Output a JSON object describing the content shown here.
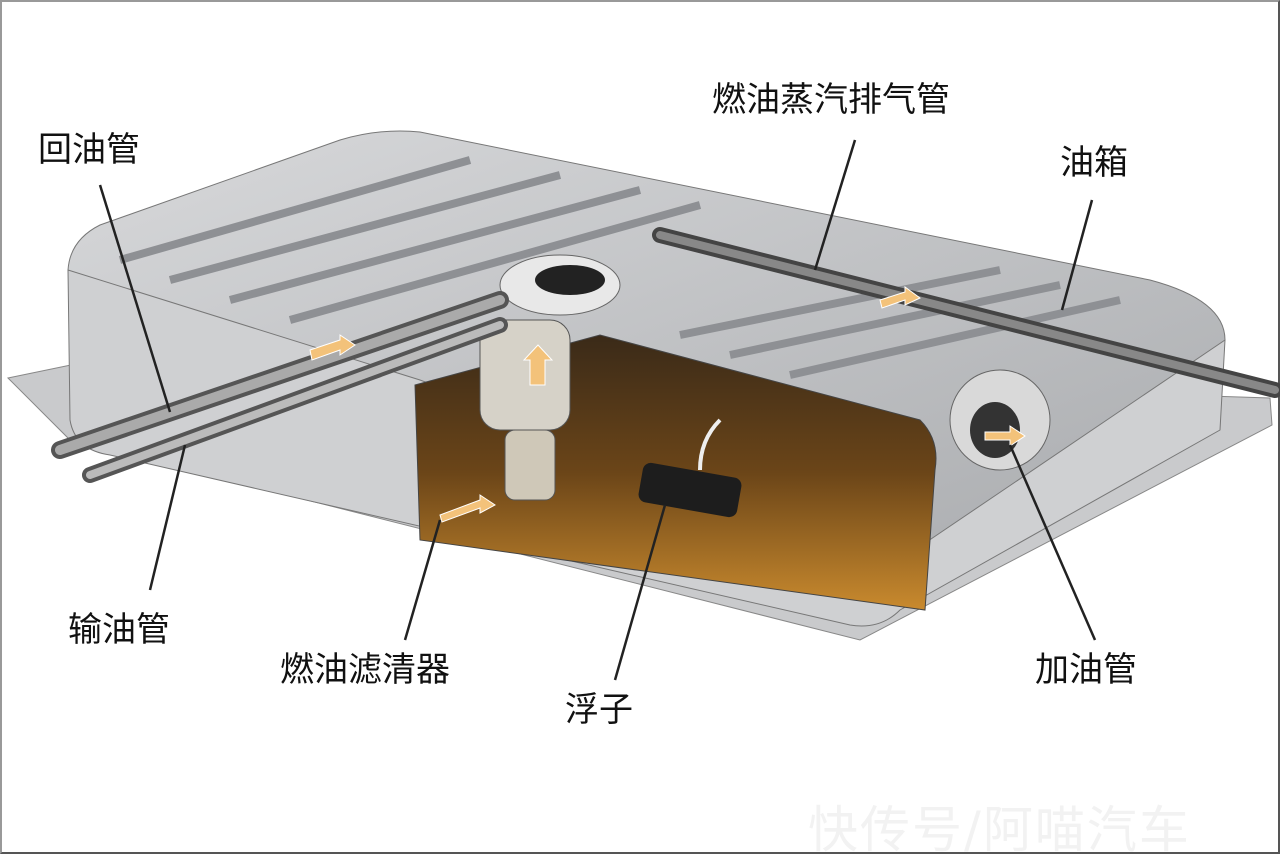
{
  "labels": {
    "return_pipe": "回油管",
    "vapor_vent_pipe": "燃油蒸汽排气管",
    "fuel_tank": "油箱",
    "supply_pipe": "输油管",
    "fuel_filter": "燃油滤清器",
    "float": "浮子",
    "filler_pipe": "加油管"
  },
  "watermark": "快传号/阿喵汽车",
  "colors": {
    "tank": "#b9bbbe",
    "fuel": "#8a5a1c",
    "arrow": "#f3c27a"
  }
}
